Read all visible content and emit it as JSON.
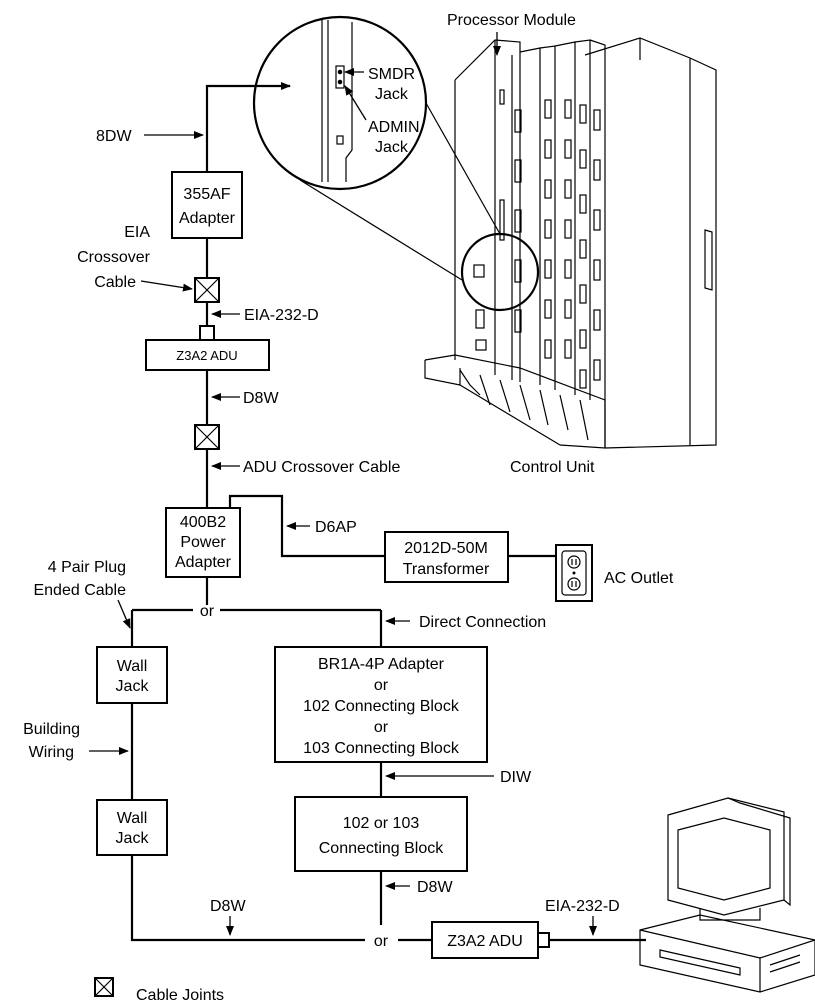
{
  "labels": {
    "processor_module": "Processor Module",
    "control_unit": "Control Unit",
    "smdr_1": "SMDR",
    "smdr_2": "Jack",
    "admin_1": "ADMIN",
    "admin_2": "Jack",
    "c8dw": "8DW",
    "eia_crossover_1": "EIA",
    "eia_crossover_2": "Crossover",
    "eia_crossover_3": "Cable",
    "eia232d_top": "EIA-232-D",
    "d8w_top": "D8W",
    "adu_crossover": "ADU Crossover Cable",
    "d6ap": "D6AP",
    "four_pair_1": "4 Pair Plug",
    "four_pair_2": "Ended Cable",
    "or_top": "or",
    "direct_connection": "Direct Connection",
    "building_wiring_1": "Building",
    "building_wiring_2": "Wiring",
    "diw": "DIW",
    "d8w_right": "D8W",
    "d8w_left": "D8W",
    "or_bottom": "or",
    "eia232d_bottom": "EIA-232-D",
    "ac_outlet": "AC Outlet",
    "legend_cable_joints": "Cable Joints"
  },
  "boxes": {
    "b355af_1": "355AF",
    "b355af_2": "Adapter",
    "z3a2_top": "Z3A2 ADU",
    "b400b2_1": "400B2",
    "b400b2_2": "Power",
    "b400b2_3": "Adapter",
    "transformer_1": "2012D-50M",
    "transformer_2": "Transformer",
    "wall_jack_top_1": "Wall",
    "wall_jack_top_2": "Jack",
    "wall_jack_bot_1": "Wall",
    "wall_jack_bot_2": "Jack",
    "br1a_1": "BR1A-4P Adapter",
    "br1a_2": "or",
    "br1a_3": "102 Connecting Block",
    "br1a_4": "or",
    "br1a_5": "103 Connecting Block",
    "cb_1": "102 or 103",
    "cb_2": "Connecting Block",
    "z3a2_bottom": "Z3A2 ADU"
  },
  "icons": [
    "cable-joint-icon",
    "control-unit-icon",
    "ac-outlet-icon",
    "computer-terminal-icon",
    "magnifier-callout-icon"
  ]
}
